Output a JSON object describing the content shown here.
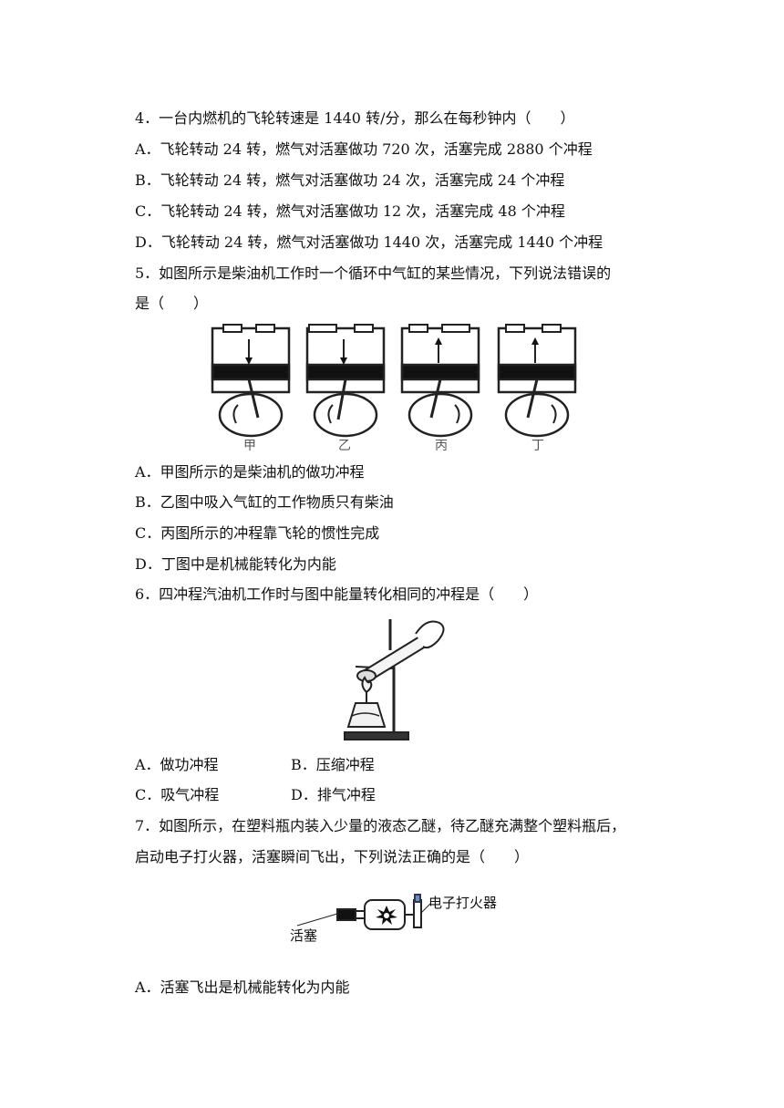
{
  "q4": {
    "stem": "4．一台内燃机的飞轮转速是 1440 转/分，那么在每秒钟内（　　）",
    "options": [
      "A．飞轮转动 24 转，燃气对活塞做功 720 次，活塞完成 2880 个冲程",
      "B．飞轮转动 24 转，燃气对活塞做功 24 次，活塞完成 24 个冲程",
      "C．飞轮转动 24 转，燃气对活塞做功 12 次，活塞完成 48 个冲程",
      "D．飞轮转动 24 转，燃气对活塞做功 1440 次，活塞完成 1440 个冲程"
    ]
  },
  "q5": {
    "stem_line1": "5．如图所示是柴油机工作时一个循环中气缸的某些情况，下列说法错误的",
    "stem_line2": "是（　　）",
    "figure_labels": [
      "甲",
      "乙",
      "丙",
      "丁"
    ],
    "options": [
      "A．甲图所示的是柴油机的做功冲程",
      "B．乙图中吸入气缸的工作物质只有柴油",
      "C．丙图所示的冲程靠飞轮的惯性完成",
      "D．丁图中是机械能转化为内能"
    ]
  },
  "q6": {
    "stem": "6．四冲程汽油机工作时与图中能量转化相同的冲程是（　　）",
    "options_row1": [
      "A．做功冲程",
      "B．压缩冲程"
    ],
    "options_row2": [
      "C．吸气冲程",
      "D．排气冲程"
    ]
  },
  "q7": {
    "stem_line1": "7．如图所示，在塑料瓶内装入少量的液态乙醚，待乙醚充满整个塑料瓶后，",
    "stem_line2": "启动电子打火器，活塞瞬间飞出，下列说法正确的是（　　）",
    "figure_labels": {
      "igniter": "电子打火器",
      "piston": "活塞"
    },
    "options": [
      "A．活塞飞出是机械能转化为内能"
    ]
  }
}
